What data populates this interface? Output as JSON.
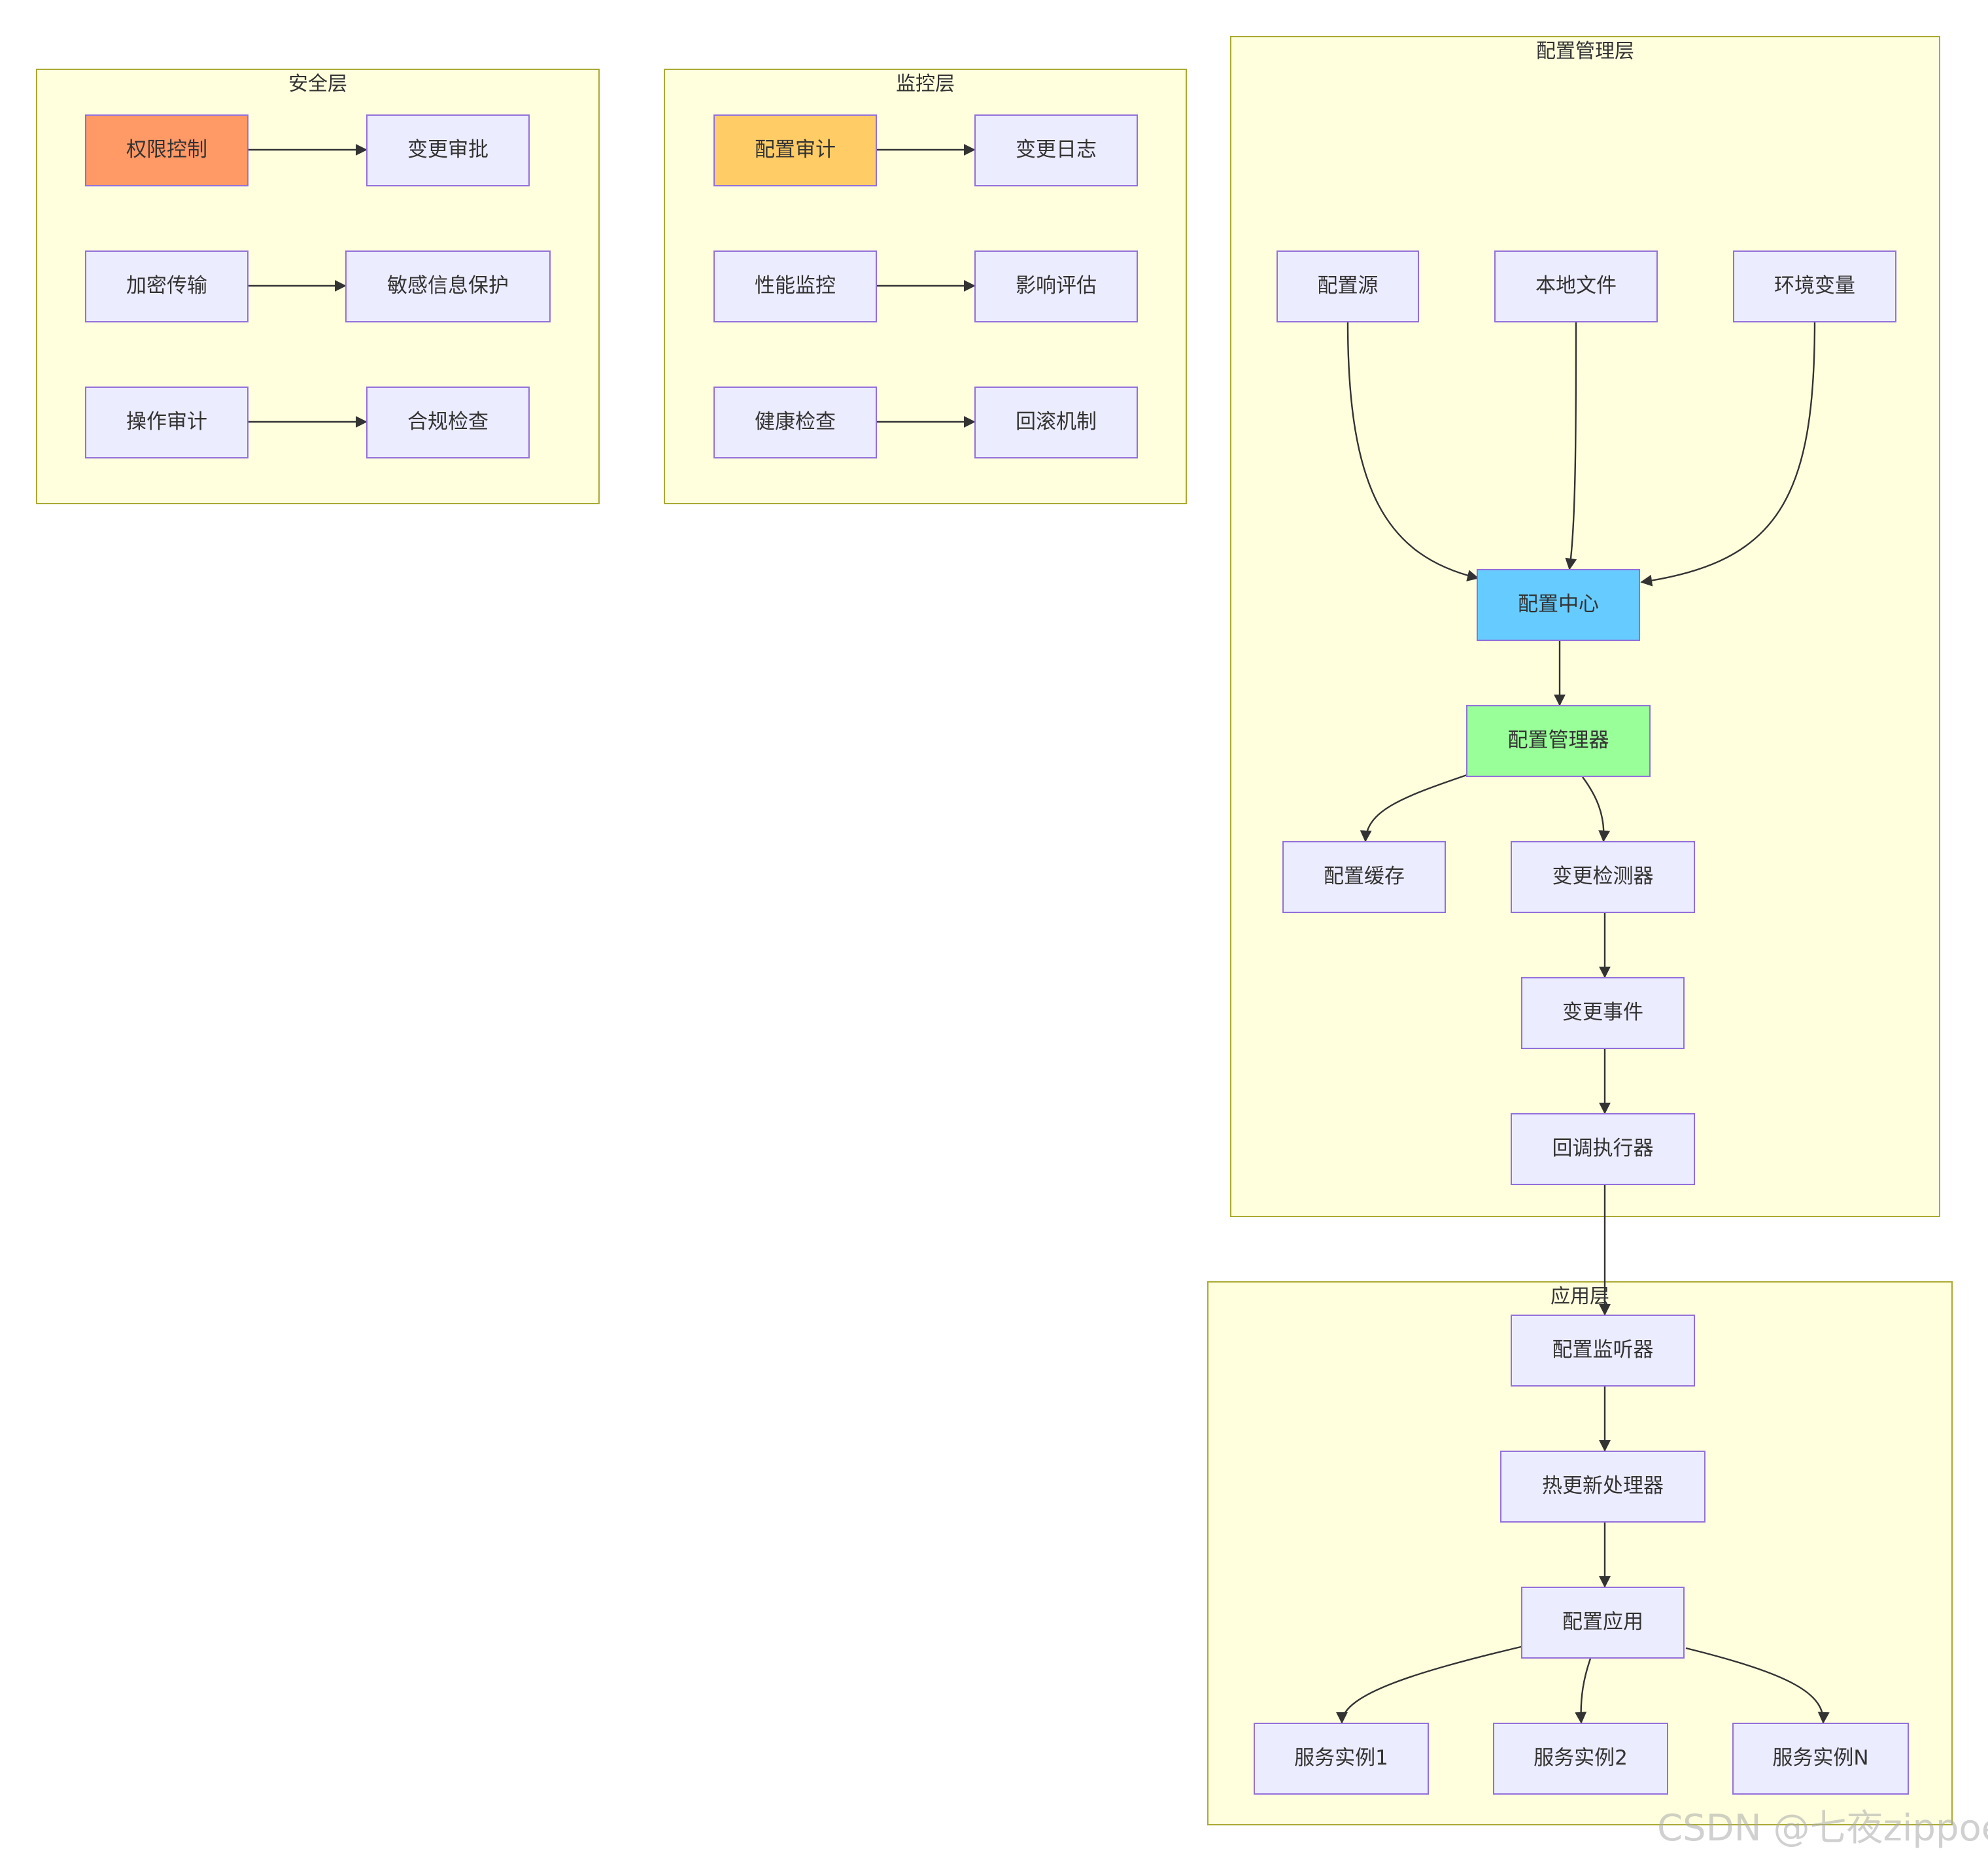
{
  "colors": {
    "node_default": "#ececff",
    "node_highlight_orange": "#ff9966",
    "node_highlight_yellow": "#ffcc66",
    "node_highlight_blue": "#66ccff",
    "node_highlight_green": "#99ff99",
    "cluster_fill": "#ffffde",
    "cluster_border": "#aaaa33",
    "edge": "#333333"
  },
  "clusters": {
    "security": {
      "title": "安全层"
    },
    "monitoring": {
      "title": "监控层"
    },
    "config_management": {
      "title": "配置管理层"
    },
    "application": {
      "title": "应用层"
    }
  },
  "nodes": {
    "permission_control": "权限控制",
    "change_approval": "变更审批",
    "encrypted_transmission": "加密传输",
    "sensitive_info_protection": "敏感信息保护",
    "operation_audit": "操作审计",
    "compliance_check": "合规检查",
    "config_audit": "配置审计",
    "change_log": "变更日志",
    "performance_monitoring": "性能监控",
    "impact_assessment": "影响评估",
    "health_check": "健康检查",
    "rollback_mechanism": "回滚机制",
    "config_source": "配置源",
    "local_file": "本地文件",
    "env_variables": "环境变量",
    "config_center": "配置中心",
    "config_manager": "配置管理器",
    "config_cache": "配置缓存",
    "change_detector": "变更检测器",
    "change_event": "变更事件",
    "callback_executor": "回调执行器",
    "config_listener": "配置监听器",
    "hot_update_handler": "热更新处理器",
    "config_apply": "配置应用",
    "service_instance_1": "服务实例1",
    "service_instance_2": "服务实例2",
    "service_instance_n": "服务实例N"
  },
  "edges": [
    [
      "permission_control",
      "change_approval"
    ],
    [
      "encrypted_transmission",
      "sensitive_info_protection"
    ],
    [
      "operation_audit",
      "compliance_check"
    ],
    [
      "config_audit",
      "change_log"
    ],
    [
      "performance_monitoring",
      "impact_assessment"
    ],
    [
      "health_check",
      "rollback_mechanism"
    ],
    [
      "config_source",
      "config_center"
    ],
    [
      "local_file",
      "config_center"
    ],
    [
      "env_variables",
      "config_center"
    ],
    [
      "config_center",
      "config_manager"
    ],
    [
      "config_manager",
      "config_cache"
    ],
    [
      "config_manager",
      "change_detector"
    ],
    [
      "change_detector",
      "change_event"
    ],
    [
      "change_event",
      "callback_executor"
    ],
    [
      "callback_executor",
      "config_listener"
    ],
    [
      "config_listener",
      "hot_update_handler"
    ],
    [
      "hot_update_handler",
      "config_apply"
    ],
    [
      "config_apply",
      "service_instance_1"
    ],
    [
      "config_apply",
      "service_instance_2"
    ],
    [
      "config_apply",
      "service_instance_n"
    ]
  ],
  "watermark": "CSDN @七夜zippoe"
}
